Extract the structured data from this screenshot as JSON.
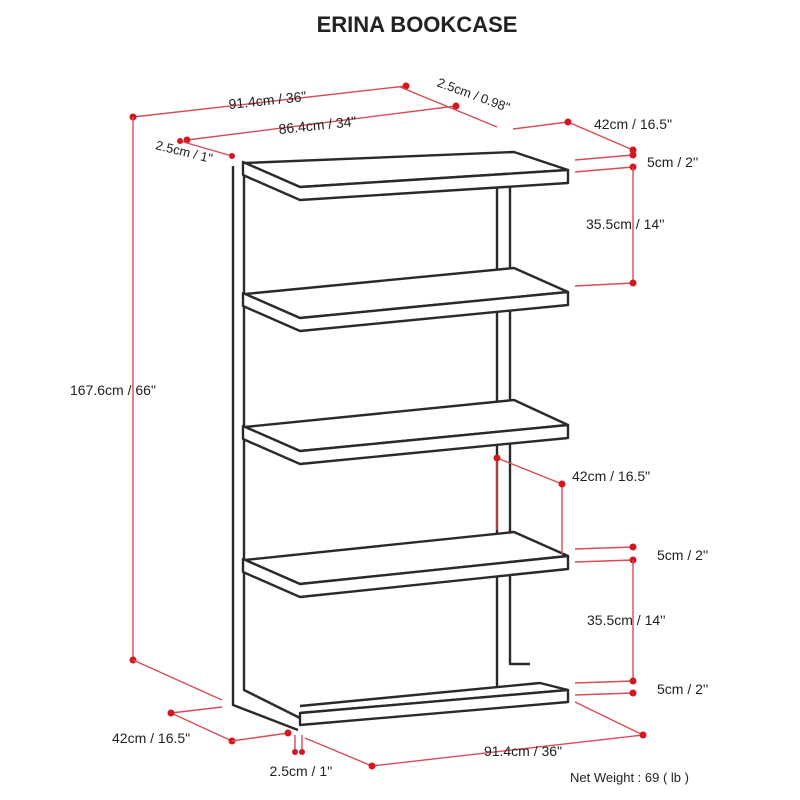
{
  "title": "ERINA BOOKCASE",
  "labels": {
    "top_width": "91.4cm / 36\"",
    "inner_width": "86.4cm / 34\"",
    "side_thickness_tl": "2.5cm / 1\"",
    "side_thickness_tr": "2.5cm / 0.98\"",
    "depth_tr": "42cm / 16.5\"",
    "shelf_thick_1": "5cm / 2''",
    "gap_1": "35.5cm / 14''",
    "height": "167.6cm / 66\"",
    "shelf_depth_mid": "42cm / 16.5\"",
    "shelf_thick_2": "5cm / 2''",
    "gap_2": "35.5cm / 14''",
    "shelf_thick_3": "5cm / 2''",
    "depth_bl": "42cm / 16.5\"",
    "bottom_width": "91.4cm / 36\"",
    "leg_thickness": "2.5cm / 1''",
    "net_weight": "Net Weight : 69 ( lb )"
  },
  "colors": {
    "outline": "#2a2a2a",
    "dimension": "#d94b57",
    "marker": "#d6161f"
  }
}
